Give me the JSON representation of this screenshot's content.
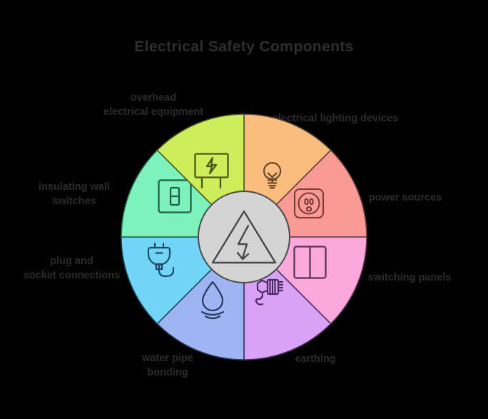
{
  "title": "Electrical Safety Components",
  "background_color": "#000000",
  "title_color": "#2e2e2e",
  "label_color": "#2b2b2b",
  "center": {
    "icon": "high-voltage-warning-triangle-icon",
    "fill_color": "#d4d4d4",
    "stroke_color": "#4a4a4a"
  },
  "chart_data": {
    "type": "pie",
    "title": "Electrical Safety Components",
    "xlabel": "",
    "ylabel": "",
    "legend_position": "around-wheel",
    "grid": false,
    "categories": [
      "electrical lighting devices",
      "power sources",
      "switching panels",
      "earthing",
      "water pipe bonding",
      "plug and socket connections",
      "insulating wall switches",
      "overhead electrical equipment"
    ],
    "values": [
      12.5,
      12.5,
      12.5,
      12.5,
      12.5,
      12.5,
      12.5,
      12.5
    ],
    "colors": [
      "#fabd7e",
      "#fa9a94",
      "#fba8dd",
      "#d9a2f7",
      "#9fb4f2",
      "#72d4f7",
      "#7df2bd",
      "#cdee5a"
    ]
  },
  "segments": [
    {
      "id": "lighting-devices",
      "label": "electrical lighting devices",
      "icon": "light-bulb-icon",
      "fill": "#fabd7e",
      "stroke": "#7a5a33"
    },
    {
      "id": "power-sources",
      "label": "power sources",
      "icon": "power-outlet-icon",
      "fill": "#fa9a94",
      "stroke": "#8a423f"
    },
    {
      "id": "switching-panels",
      "label": "switching panels",
      "icon": "double-switch-panel-icon",
      "fill": "#fba8dd",
      "stroke": "#6b3a62"
    },
    {
      "id": "earthing",
      "label": "earthing",
      "icon": "cable-connector-icon",
      "fill": "#d9a2f7",
      "stroke": "#4b3560"
    },
    {
      "id": "water-pipe-bonding",
      "label": "water pipe bonding",
      "icon": "water-drop-icon",
      "fill": "#9fb4f2",
      "stroke": "#2d3a5c"
    },
    {
      "id": "plug-socket-connections",
      "label": "plug and socket connections",
      "icon": "electric-plug-icon",
      "fill": "#72d4f7",
      "stroke": "#1f4a63"
    },
    {
      "id": "insulating-wall-switches",
      "label": "insulating wall switches",
      "icon": "wall-switch-icon",
      "fill": "#7df2bd",
      "stroke": "#1f6647"
    },
    {
      "id": "overhead-electrical-equipment",
      "label": "overhead electrical equipment",
      "icon": "transformer-box-icon",
      "fill": "#cdee5a",
      "stroke": "#4e5c1d"
    }
  ],
  "labels": {
    "top_left_line1": "overhead",
    "top_left_line2": "electrical equipment",
    "top_right": "electrical lighting devices",
    "right_upper": "power sources",
    "right_lower": "switching panels",
    "bottom_right": "earthing",
    "bottom_center_line1": "water pipe",
    "bottom_center_line2": "bonding",
    "left_lower_line1": "plug and",
    "left_lower_line2": "socket connections",
    "left_upper_line1": "insulating wall",
    "left_upper_line2": "switches"
  }
}
